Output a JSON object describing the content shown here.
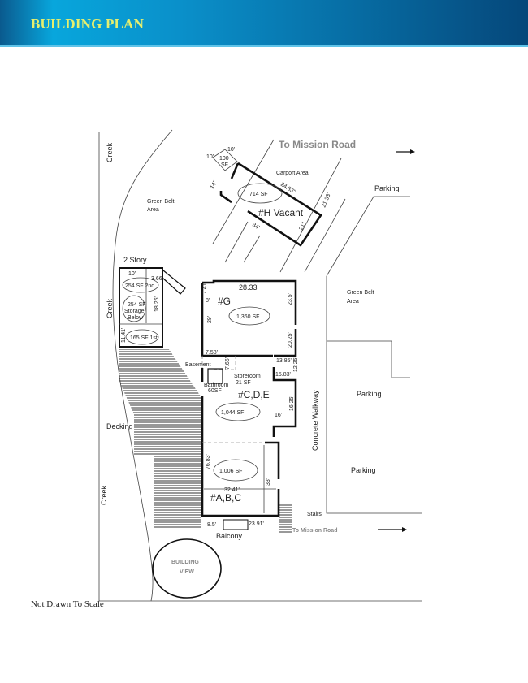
{
  "header": {
    "title": "BUILDING PLAN"
  },
  "plan": {
    "creek": "Creek",
    "to_mission_road": "To Mission Road",
    "carport_area": "Carport Area",
    "parking": "Parking",
    "green_belt_area_line1": "Green Belt",
    "green_belt_area_line2": "Area",
    "green_belt_area_right": "Green Belt",
    "area": "Area",
    "two_story": "2 Story",
    "decking": "Decking",
    "concrete_walkway": "Concrete Walkway",
    "stairs": "Stairs",
    "balcony": "Balcony",
    "basement": "Basement",
    "building_view_line1": "BUILDING",
    "building_view_line2": "VIEW",
    "unit_h": {
      "label": "#H Vacant",
      "area": "714 SF",
      "annex_area_1": "100",
      "annex_area_2": "SF",
      "dims": [
        "10'",
        "10'",
        "14''",
        "24.83''",
        "21.33'",
        "21''",
        "34'"
      ]
    },
    "two_story_unit": {
      "area_2nd": "254 SF 2nd",
      "storage_1": "254 SF",
      "storage_2": "Storage",
      "storage_3": "Below",
      "area_1st": "165 SF 1st",
      "dims": [
        "10'",
        "3.66",
        "18.25'",
        "11.41'"
      ]
    },
    "unit_g": {
      "label": "#G",
      "area": "1,360 SF",
      "dims": [
        "7.41'",
        "28.33'",
        "8'",
        "23.5'",
        "29'",
        "20.25'",
        "7.58'",
        "13.85'",
        "12.25'",
        "15.83'",
        "7.66'"
      ]
    },
    "storeroom_1": "Storeroom",
    "storeroom_2": "21 SF",
    "bathroom_1": "Bathroom",
    "bathroom_2": "60SF",
    "unit_cde": {
      "label": "#C,D,E",
      "area": "1,044 SF",
      "dims": [
        "16.25'",
        "16'"
      ]
    },
    "unit_abc": {
      "label": "#A,B,C",
      "area": "1,006 SF",
      "dims": [
        "76.83'",
        "33'",
        "32.41'",
        "8.5'",
        "23.91'"
      ]
    }
  },
  "footer": {
    "note": "Not Drawn To Scale"
  }
}
